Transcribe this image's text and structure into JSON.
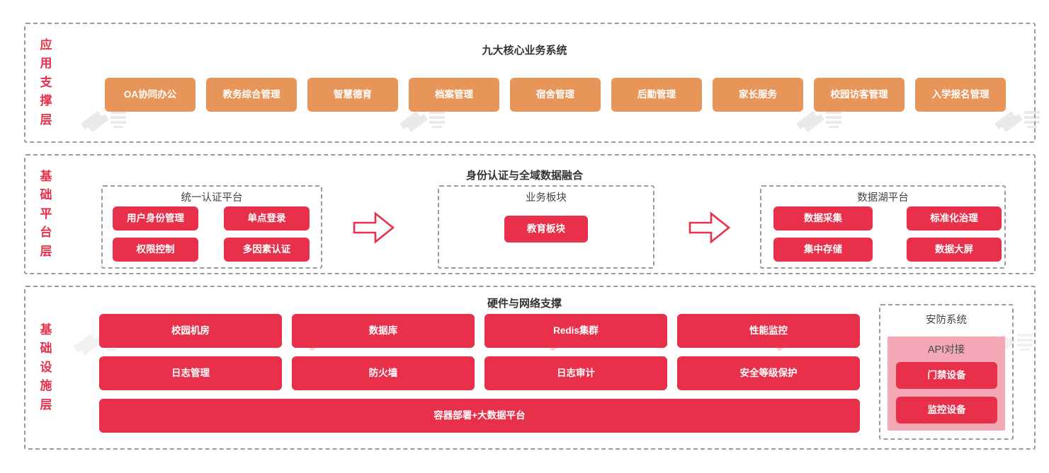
{
  "theme": {
    "orange": "#E8955A",
    "red": "#E8304A",
    "pink": "#F4A7B4",
    "dash_border": "#9A9A9A",
    "label_color": "#E8304A",
    "title_color": "#333333",
    "background": "#FFFFFF"
  },
  "layers": [
    {
      "id": "application-support-layer",
      "label": "应用支撑层",
      "label_chars": [
        "应",
        "用",
        "支",
        "撑",
        "层"
      ],
      "title": "九大核心业务系统",
      "boxes": [
        {
          "label": "OA协同办公"
        },
        {
          "label": "教务综合管理"
        },
        {
          "label": "智慧德育"
        },
        {
          "label": "档案管理"
        },
        {
          "label": "宿舍管理"
        },
        {
          "label": "后勤管理"
        },
        {
          "label": "家长服务"
        },
        {
          "label": "校园访客管理"
        },
        {
          "label": "入学报名管理"
        }
      ]
    },
    {
      "id": "base-platform-layer",
      "label": "基础平台层",
      "label_chars": [
        "基",
        "础",
        "平",
        "台",
        "层"
      ],
      "title": "身份认证与全域数据融合",
      "panels": [
        {
          "id": "unified-auth-platform",
          "title": "统一认证平台",
          "boxes": [
            {
              "label": "用户身份管理"
            },
            {
              "label": "单点登录"
            },
            {
              "label": "权限控制"
            },
            {
              "label": "多因素认证"
            }
          ]
        },
        {
          "id": "business-module",
          "title": "业务板块",
          "boxes": [
            {
              "label": "教育板块"
            }
          ]
        },
        {
          "id": "data-lake-platform",
          "title": "数据湖平台",
          "boxes": [
            {
              "label": "数据采集"
            },
            {
              "label": "标准化治理"
            },
            {
              "label": "集中存储"
            },
            {
              "label": "数据大屏"
            }
          ]
        }
      ],
      "arrows": [
        {
          "id": "arrow-auth-to-business",
          "direction": "right"
        },
        {
          "id": "arrow-business-to-datalake",
          "direction": "right"
        }
      ]
    },
    {
      "id": "infrastructure-layer",
      "label": "基础设施层",
      "label_chars": [
        "基",
        "础",
        "设",
        "施",
        "层"
      ],
      "title": "硬件与网络支撑",
      "row1": [
        {
          "label": "校园机房"
        },
        {
          "label": "数据库"
        },
        {
          "label": "Redis集群"
        },
        {
          "label": "性能监控"
        }
      ],
      "row2": [
        {
          "label": "日志管理"
        },
        {
          "label": "防火墙"
        },
        {
          "label": "日志审计"
        },
        {
          "label": "安全等级保护"
        }
      ],
      "wide_bar": {
        "label": "容器部署+大数据平台"
      },
      "security_panel": {
        "id": "security-system",
        "title": "安防系统",
        "api_panel": {
          "id": "api-integration",
          "title": "API对接",
          "boxes": [
            {
              "label": "门禁设备"
            },
            {
              "label": "监控设备"
            }
          ]
        }
      }
    }
  ]
}
